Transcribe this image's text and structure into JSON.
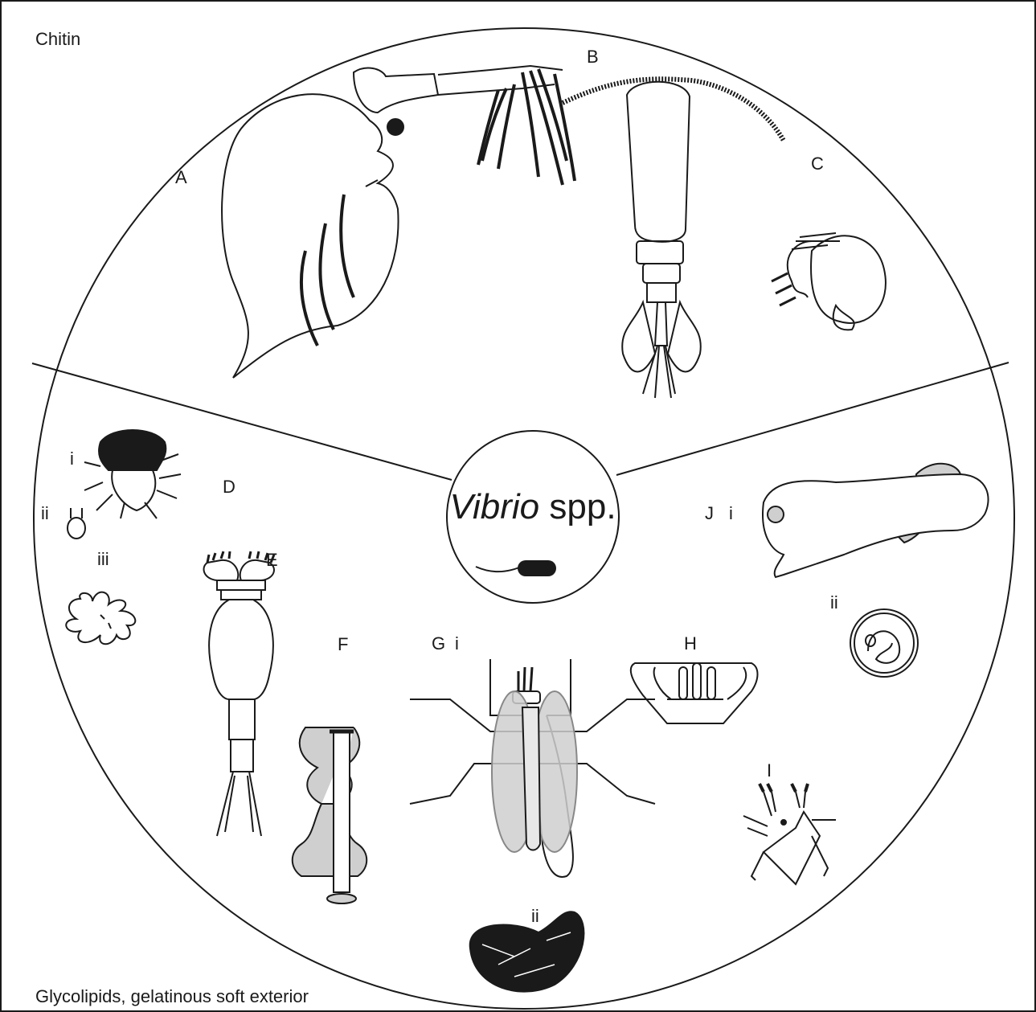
{
  "region_labels": {
    "top": "Chitin",
    "bottom": "Glycolipids, gelatinous soft exterior"
  },
  "center": {
    "genus": "Vibrio",
    "suffix": " spp."
  },
  "organism_labels": {
    "A": "A",
    "B": "B",
    "C": "C",
    "D": "D",
    "E": "E",
    "F": "F",
    "G": "G",
    "H": "H",
    "I": "I",
    "J": "J"
  },
  "sub_labels": {
    "D_i": "i",
    "D_ii": "ii",
    "D_iii": "iii",
    "G_i": "i",
    "G_ii": "ii",
    "J_i": "i",
    "J_ii": "ii"
  },
  "colors": {
    "stroke": "#1a1a1a",
    "shade": "#cfcfcf",
    "background": "#ffffff"
  }
}
